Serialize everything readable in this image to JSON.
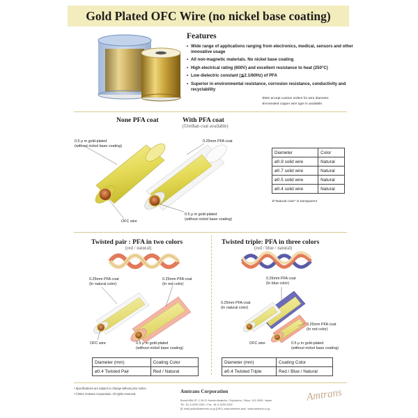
{
  "title": "Gold Plated OFC Wire (no nickel base coating)",
  "features": {
    "heading": "Features",
    "items": [
      "Wide range of applications ranging from electronics, medical, sensors and other innovative usage",
      "All non-magnetic materials. No nickel base coating",
      "High electrical rating (600V) and excellent resistance to heat (250°C)",
      "Low dielectric constant (≦2.1/60Hz) of PFA",
      "Superior in environmental resistance, corrosion resistance, conductivity and recyclability"
    ],
    "note_1": "※We accept custom orders for wire diameter.",
    "note_2": "※Annealed copper wire type is available."
  },
  "section_single": {
    "none_title": "None PFA coat",
    "with_title": "With PFA coat",
    "with_sub": "(Urethan coat available)",
    "label_gold_1": "0.5 μ m gold-plated",
    "label_gold_2": "(without nickel base coating)",
    "label_pfa": "0.25mm PFA coat",
    "label_ofc": "OFC wire",
    "label_gold_b1": "0.5 μ m gold-plated",
    "label_gold_b2": "(without nickel base coating)",
    "table": {
      "headers": [
        "Diameter",
        "Color"
      ],
      "rows": [
        [
          "ø0.9 solid wire",
          "Natural"
        ],
        [
          "ø0.7 solid wire",
          "Natural"
        ],
        [
          "ø0.5 solid wire",
          "Natural"
        ],
        [
          "ø0.4 solid wire",
          "Natural"
        ]
      ]
    },
    "table_note": "※\"Natural color\" is transparent"
  },
  "section_pair": {
    "title": "Twisted pair : PFA in two colors",
    "sub": "(red / natural)",
    "label_pfa_a1": "0.25mm PFA coat",
    "label_pfa_a2": "(In natural color)",
    "label_pfa_b1": "0.25mm PFA coat",
    "label_pfa_b2": "(In red color)",
    "label_ofc": "OFC wire",
    "label_gold_1": "0.5 μ m gold-plated",
    "label_gold_2": "(without nickel base coating)",
    "table": {
      "headers": [
        "Diameter (mm)",
        "Coating Color"
      ],
      "rows": [
        [
          "ø0.4 Twisted Pair",
          "Red / Natural"
        ]
      ]
    }
  },
  "section_triple": {
    "title": "Twisted triple: PFA in three colors",
    "sub": "(red / blue / natural)",
    "label_blue_1": "0.25mm PFA coat",
    "label_blue_2": "(In blue color)",
    "label_nat_1": "0.25mm PFA coat",
    "label_nat_2": "(In natural color)",
    "label_red_1": "0.25mm PFA coat",
    "label_red_2": "(In red color)",
    "label_ofc": "OFC wire",
    "label_gold_1": "0.5 μ m gold-plated",
    "label_gold_2": "(without nickel base coating)",
    "table": {
      "headers": [
        "Diameter (mm)",
        "Coating Color"
      ],
      "rows": [
        [
          "ø0.4 Twisted Triple",
          "Red / Blue / Natural"
        ]
      ]
    }
  },
  "footer": {
    "note_1": "• Specifications are subject to change without prior notice.",
    "note_2": "• ©2021 Amtrans Corporation. All rights reserved.",
    "company": "Amtrans Corporation",
    "address_1": "Bunshi-Bld 2F, 2-18-21 Kanda-Awajicho, Chiyoda-ku, Tokyo, 101-0063, Japan",
    "address_2": "Tel : 81-3-3290-0301 / Fax : 81-3-3290-0302",
    "address_3": "[E-mail] audio@amtrans.co.jp   [URL]: www.amtrans.asia / www.amtrans.co.jp",
    "logo": "Amtrans"
  },
  "colors": {
    "gold": "#c9a23a",
    "beige_title": "#f3ecbd",
    "yellow_wire": "#e8e06a",
    "copper": "#b05a2a",
    "red_coat": "#e88a78",
    "blue_coat": "#5b5aa8"
  }
}
